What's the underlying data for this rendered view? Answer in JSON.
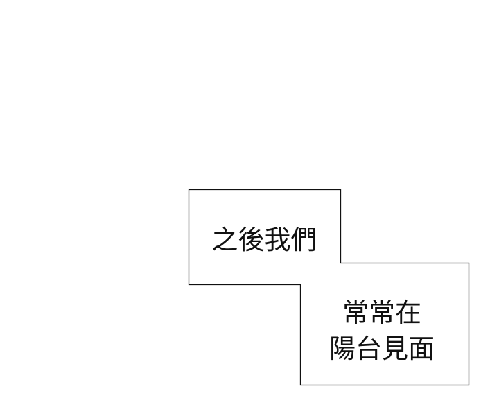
{
  "panel": {
    "background": "#ffffff",
    "border_color": "#111111",
    "captions": [
      {
        "id": "caption-1",
        "lines": [
          "之後我們"
        ]
      },
      {
        "id": "caption-2",
        "lines": [
          "常常在",
          "陽台見面"
        ]
      }
    ]
  }
}
